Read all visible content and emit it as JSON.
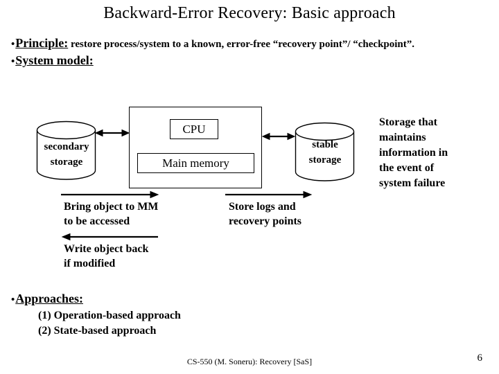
{
  "slide": {
    "bullet_char": "•",
    "title": "Backward-Error Recovery: Basic approach",
    "bullets": {
      "principle_label": "Principle:",
      "principle_text": "restore process/system to a known, error-free “recovery point”/ “checkpoint”.",
      "system_model_label": "System model:"
    },
    "diagram": {
      "secondary_storage_label": "secondary\nstorage",
      "cpu_label": "CPU",
      "main_memory_label": "Main memory",
      "stable_storage_label": "stable\nstorage",
      "storage_note": "Storage that\nmaintains\ninformation in\nthe event of\nsystem failure",
      "bring_arrow_label": "Bring object to MM\nto be accessed",
      "store_arrow_label": "Store logs and\nrecovery points",
      "write_arrow_label": "Write object back\nif modified"
    },
    "approaches": {
      "label": "Approaches:",
      "items": [
        "(1) Operation-based approach",
        "(2) State-based approach"
      ]
    },
    "footer": {
      "credit": "CS-550 (M. Soneru): Recovery [SaS]",
      "page_number": "6"
    },
    "colors": {
      "ink": "#000000",
      "background": "#ffffff"
    }
  }
}
